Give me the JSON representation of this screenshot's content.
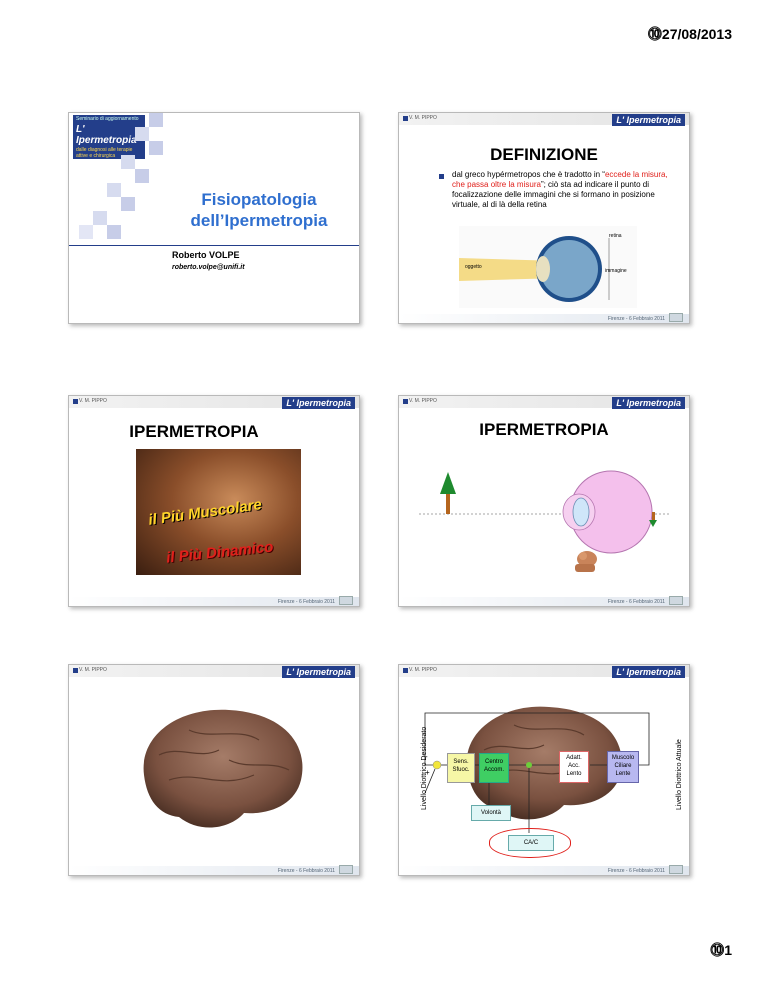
{
  "header": {
    "date": "27/08/2013"
  },
  "footer": {
    "page": "1"
  },
  "common": {
    "brand": "L' Ipermetropia",
    "tagline": "V. M. PIPPO",
    "footer_text": "Firenze - 6 Febbraio 2011"
  },
  "slide1": {
    "panel_top": "Seminario di aggiornamento",
    "panel_brand": "L' Ipermetropia",
    "panel_sub": "dalle diagnosi alle terapie attive e chirurgica",
    "title_line1": "Fisiopatologia",
    "title_line2": "dell’Ipermetropia",
    "author": "Roberto VOLPE",
    "email": "roberto.volpe@unifi.it"
  },
  "slide2": {
    "title": "DEFINIZIONE",
    "text_before": "dal greco hypérmetropos che è tradotto in “",
    "text_red": "eccede la misura, che passa oltre la misura",
    "text_after": "”; ciò sta ad indicare il punto di focalizzazione delle immagini che si formano in posizione virtuale, al di là della retina",
    "label_retina": "retina",
    "label_oggetto": "oggetto",
    "label_immagine": "immagine"
  },
  "slide3": {
    "title": "IPERMETROPIA",
    "photo_text1": "il Più Muscolare",
    "photo_text2": "il Più Dinamico"
  },
  "slide4": {
    "title": "IPERMETROPIA"
  },
  "slide5": {
    "side_label": "Livello Diottrico Desiderato"
  },
  "slide6": {
    "box_sens": "Sens.\nSfuoc.",
    "box_centro": "Centro\nAccom.",
    "box_adatt": "Adatt.\nAcc.\nLento",
    "box_muscolo": "Muscolo\nCiliare\nLente",
    "box_volonta": "Volontà",
    "box_cac": "CA/C",
    "side_label": "Livello Diottrico Attuale",
    "minus": "-",
    "plus": "+"
  },
  "colors": {
    "brand_blue": "#233e8a",
    "title_blue": "#2f6fcf",
    "red": "#e0201b",
    "pink": "#f4c0ec",
    "lens_blue": "#cfe6f9"
  }
}
